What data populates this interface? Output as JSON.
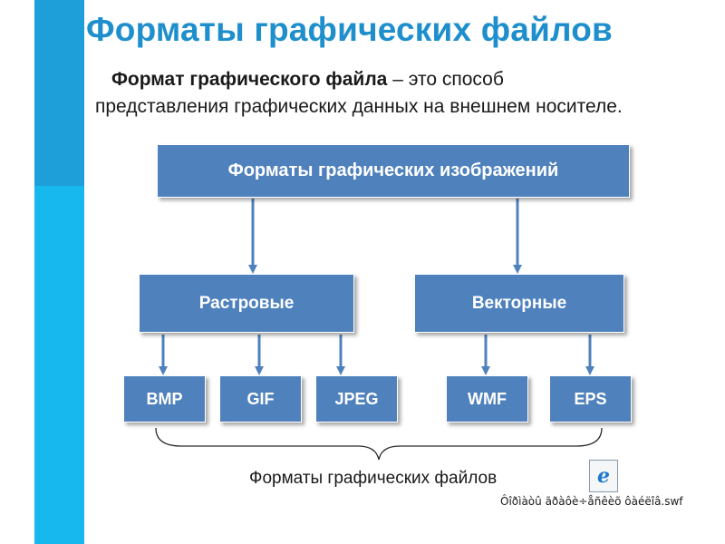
{
  "title": "Форматы графических файлов",
  "definition": {
    "term": "Формат графического файла",
    "rest_line1": " – это способ",
    "line2": "представления графических данных на внешнем носителе."
  },
  "diagram": {
    "root": "Форматы графических изображений",
    "raster": "Растровые",
    "vector": "Векторные",
    "raster_formats": [
      "BMP",
      "GIF",
      "JPEG"
    ],
    "vector_formats": [
      "WMF",
      "EPS"
    ],
    "brace_label": "Форматы графических файлов"
  },
  "attachment": {
    "icon": "ie-file-icon",
    "icon_glyph": "e",
    "file_name": "Ôîðìàòû ãðàôè÷åñêèõ ôàéëîâ.swf"
  },
  "colors": {
    "title": "#1e8fcc",
    "box_fill": "#4f81bd",
    "connector": "#4f81bd",
    "side_bar_top": "#1e9fd9",
    "side_bar_bottom": "#16b8ee"
  }
}
